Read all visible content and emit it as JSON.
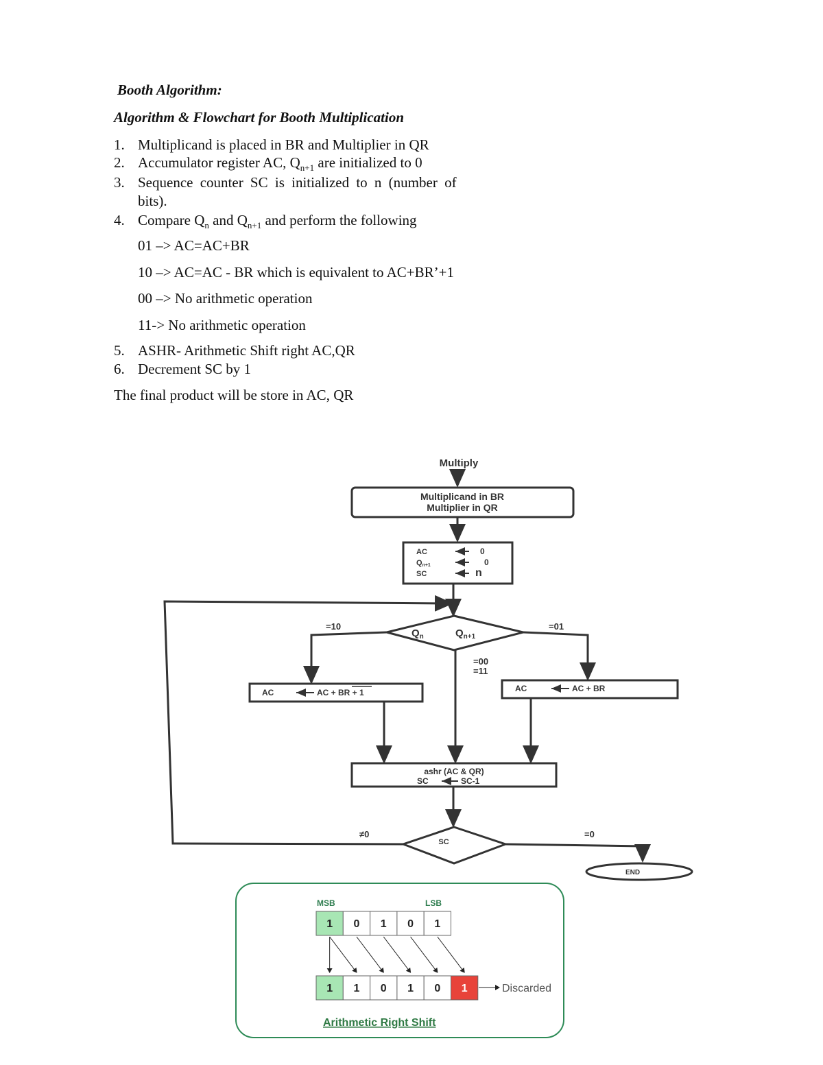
{
  "heading": "Booth Algorithm:",
  "subheading": "Algorithm & Flowchart for Booth Multiplication",
  "steps": [
    {
      "n": "1.",
      "text": "Multiplicand is placed in BR and Multiplier in QR"
    },
    {
      "n": "2.",
      "pre": "Accumulator register AC, Q",
      "sub": "n+1",
      "post": " are initialized to 0"
    },
    {
      "n": "3.",
      "line1": "Sequence counter SC is initialized to n (number of",
      "line2": "bits)."
    },
    {
      "n": "4.",
      "a": "Compare Q",
      "sub1": "n",
      "b": " and Q",
      "sub2": "n+1",
      "c": " and perform the following"
    },
    {
      "n": "5.",
      "text": "ASHR- Arithmetic Shift right AC,QR"
    },
    {
      "n": "6.",
      "text": "Decrement SC by 1"
    }
  ],
  "cases": [
    "01 –> AC=AC+BR",
    "10 –> AC=AC - BR which is equivalent to AC+BR’+1",
    "00 –> No arithmetic operation",
    "11-> No arithmetic operation"
  ],
  "final": "The final product will be store in AC, QR",
  "flowchart": {
    "start": "Multiply",
    "init_box": [
      "Multiplicand in BR",
      "Multiplier in QR"
    ],
    "set_box": {
      "ac": "AC",
      "ac_val": "0",
      "q": "Q",
      "q_sub": "n+1",
      "q_val": "0",
      "sc": "SC",
      "sc_val": "n"
    },
    "decision": {
      "q": "Q",
      "q_sub": "n",
      "q2": "Q",
      "q2_sub": "n+1"
    },
    "left_label": "=10",
    "right_label": "=01",
    "mid_label": [
      "=00",
      "=11"
    ],
    "left_box": {
      "lhs": "AC",
      "rhs": "AC + BR + 1"
    },
    "right_box": {
      "lhs": "AC",
      "rhs": "AC + BR"
    },
    "shift_box": [
      "ashr (AC & QR)",
      "SC",
      "SC-1"
    ],
    "sc_decision": "SC",
    "loop_label": "≠0",
    "end_label": "=0",
    "end": "END"
  },
  "shift_diagram": {
    "msb": "MSB",
    "lsb": "LSB",
    "top_bits": [
      "1",
      "0",
      "1",
      "0",
      "1"
    ],
    "bottom_bits": [
      "1",
      "1",
      "0",
      "1",
      "0",
      "1"
    ],
    "discarded": "Discarded",
    "caption": "Arithmetic Right Shift",
    "colors": {
      "green": "#a8e6b4",
      "red": "#e8433a",
      "border": "#2e8b57",
      "caption": "#2f7a44"
    }
  }
}
